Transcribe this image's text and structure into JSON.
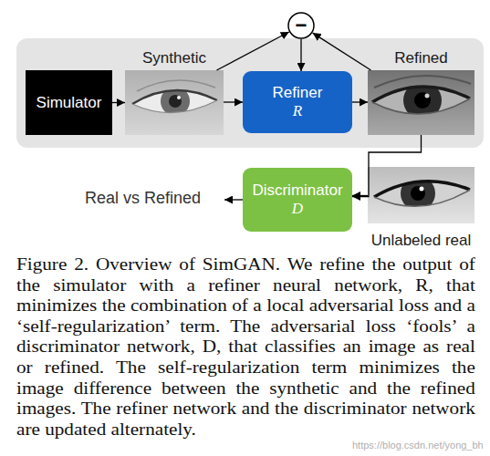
{
  "diagram": {
    "caption": "Figure 2. Overview of SimGAN. We refine the output of the simulator with a refiner neural network, R, that minimizes the combination of a local adversarial loss and a ‘self-regularization’ term. The adversarial loss ‘fools’ a discriminator network, D, that classifies an image as real or refined. The self-regularization term minimizes the image difference between the synthetic and the refined images. The refiner network and the discriminator network are updated alternately.",
    "nodes": [
      {
        "text": [
          "Simulator"
        ]
      },
      {
        "text": [
          "Synthetic"
        ]
      },
      {
        "text": [
          "Refiner",
          "R"
        ]
      },
      {
        "text": [
          "Refined"
        ]
      },
      {
        "text": [
          "−"
        ]
      },
      {
        "text": [
          "Discriminator",
          "D"
        ]
      },
      {
        "text": [
          "Unlabeled real"
        ]
      }
    ],
    "edges": [
      {
        "from": 0,
        "to": 1,
        "arrow": "to"
      },
      {
        "from": 1,
        "to": 2,
        "arrow": "to"
      },
      {
        "from": 2,
        "to": 3,
        "arrow": "to"
      },
      {
        "from": 1,
        "to": 4,
        "arrow": "to"
      },
      {
        "from": 3,
        "to": 4,
        "arrow": "to"
      },
      {
        "from": 4,
        "to": 2,
        "arrow": "to"
      },
      {
        "from": 3,
        "to": 5,
        "arrow": "to"
      },
      {
        "from": 6,
        "to": 5,
        "arrow": "to"
      }
    ],
    "labels": [
      "Real vs Refined",
      "https://blog.csdn.net/yong_bh"
    ]
  }
}
